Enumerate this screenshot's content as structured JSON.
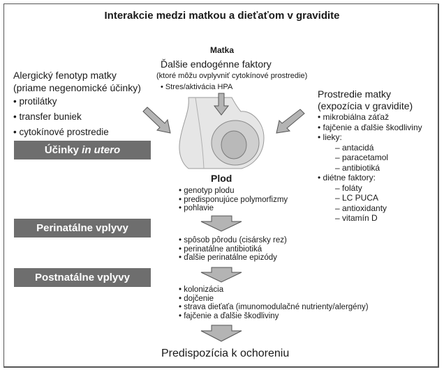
{
  "title": "Interakcie medzi matkou a dieťaťom v gravidite",
  "mother": {
    "label": "Matka",
    "endogenous": {
      "title": "Ďalšie endogénne faktory",
      "subtitle": "(ktoré môžu ovplyvniť cytokínové prostredie)",
      "items": [
        "• Stres/aktivácia HPA"
      ]
    }
  },
  "allergic_phenotype": {
    "title": "Alergický fenotyp matky",
    "subtitle": "(priame negenomické účinky)",
    "items": [
      "• protilátky",
      "• transfer buniek",
      "• cytokínové prostredie"
    ]
  },
  "environment": {
    "title": "Prostredie matky",
    "subtitle": "(expozícia v gravidite)",
    "items": [
      {
        "text": "• mikrobiálna záťaž"
      },
      {
        "text": "• fajčenie a ďalšie škodliviny"
      },
      {
        "text": "• lieky:",
        "sub": [
          "– antacidá",
          "– paracetamol",
          "– antibiotiká"
        ]
      },
      {
        "text": "• diétne faktory:",
        "sub": [
          "– foláty",
          "– LC PUCA",
          "– antioxidanty",
          "– vitamín D"
        ]
      }
    ]
  },
  "stage_boxes": {
    "in_utero_prefix": "Účinky ",
    "in_utero_italic": "in utero",
    "perinatal": "Perinatálne vplyvy",
    "postnatal": "Postnatálne vplyvy"
  },
  "fetus": {
    "label": "Plod",
    "items": [
      "• genotyp plodu",
      "• predisponujúce polymorfizmy",
      "• pohlavie"
    ]
  },
  "perinatal_items": [
    "• spôsob pôrodu (cisársky rez)",
    "• perinatálne antibiotiká",
    "• ďalšie perinatálne epizódy"
  ],
  "postnatal_items": [
    "• kolonizácia",
    "• dojčenie",
    "• strava dieťaťa (imunomodulačné nutrienty/alergény)",
    "• fajčenie a ďalšie škodliviny"
  ],
  "outcome": "Predispozícia k ochoreniu",
  "colors": {
    "box": "#6e6e6e",
    "arrow_fill": "#b4b4b4",
    "arrow_stroke": "#555555"
  }
}
